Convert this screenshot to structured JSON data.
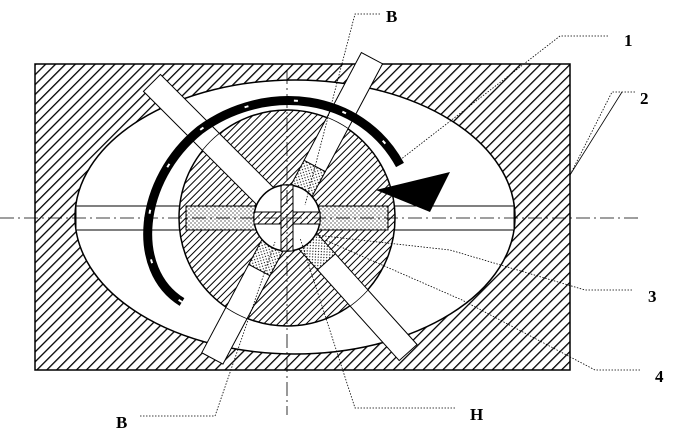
{
  "labels": {
    "part_1": "1",
    "part_2": "2",
    "part_3": "3",
    "part_4": "4",
    "top_left_B": "B",
    "bottom_left_B": "B",
    "bottom_H": "H"
  },
  "colors": {
    "ink": "#000000",
    "paper": "#ffffff"
  },
  "icons": {
    "rotation": "curved-arrow-icon"
  }
}
